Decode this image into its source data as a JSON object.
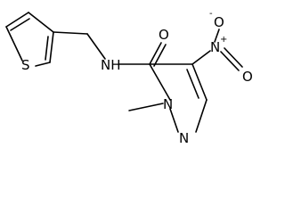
{
  "structure": {
    "atoms": {
      "s1": "S",
      "n_amide": "NH",
      "o_carbonyl": "O",
      "n_nitro": "N",
      "n_nitro_charge": "+",
      "o_nitro_top": "O",
      "o_nitro_top_charge": "-",
      "o_nitro_side": "O",
      "n1": "N",
      "n2": "N"
    }
  }
}
